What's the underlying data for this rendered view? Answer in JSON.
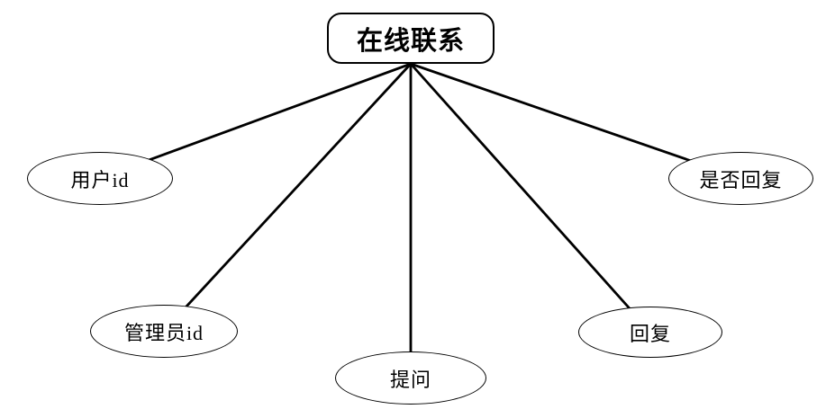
{
  "diagram": {
    "entity": {
      "label": "在线联系"
    },
    "attributes": [
      {
        "key": "user-id",
        "label": "用户id"
      },
      {
        "key": "admin-id",
        "label": "管理员id"
      },
      {
        "key": "question",
        "label": "提问"
      },
      {
        "key": "reply",
        "label": "回复"
      },
      {
        "key": "is-replied",
        "label": "是否回复"
      }
    ],
    "colors": {
      "stroke": "#000000",
      "node_fill": "#ffffff",
      "text": "#000000"
    }
  }
}
